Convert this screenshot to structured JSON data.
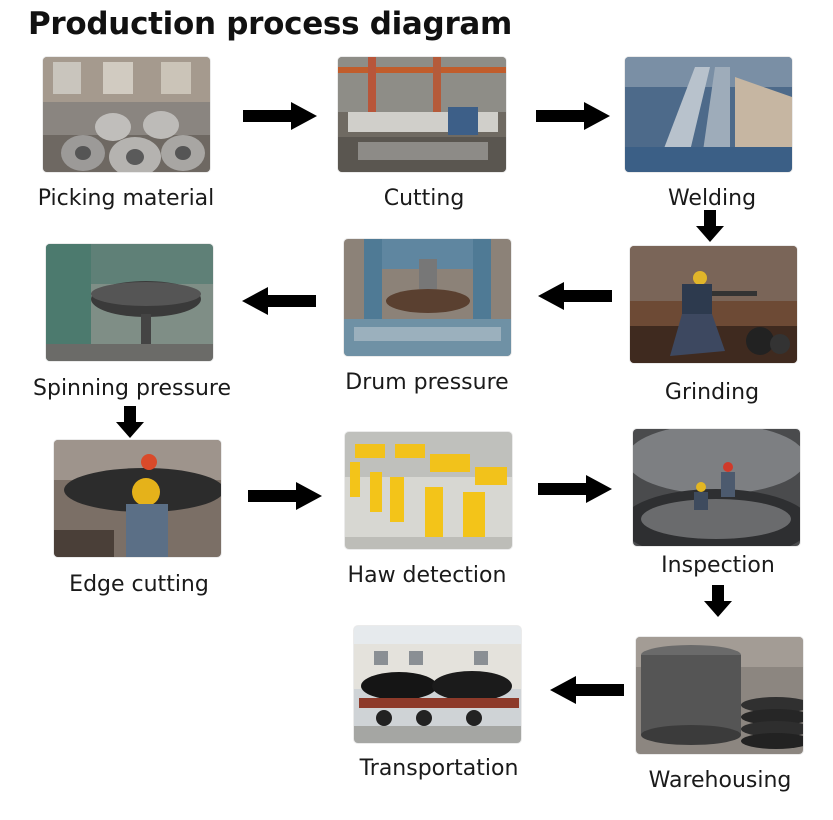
{
  "title": "Production process diagram",
  "steps": [
    {
      "label": "Picking material",
      "icon": "steel-coils-photo"
    },
    {
      "label": "Cutting",
      "icon": "plasma-cutting-machine-photo"
    },
    {
      "label": "Welding",
      "icon": "welding-line-photo"
    },
    {
      "label": "Grinding",
      "icon": "worker-grinding-photo"
    },
    {
      "label": "Drum pressure",
      "icon": "hydraulic-press-photo"
    },
    {
      "label": "Spinning pressure",
      "icon": "spinning-machine-photo"
    },
    {
      "label": "Edge cutting",
      "icon": "worker-edge-cutting-photo"
    },
    {
      "label": "Haw detection",
      "icon": "x-ray-detectors-photo"
    },
    {
      "label": "Inspection",
      "icon": "workers-inspecting-dish-photo"
    },
    {
      "label": "Warehousing",
      "icon": "stacked-dish-heads-photo"
    },
    {
      "label": "Transportation",
      "icon": "truck-loaded-photo"
    }
  ],
  "arrow_color": "#000000"
}
